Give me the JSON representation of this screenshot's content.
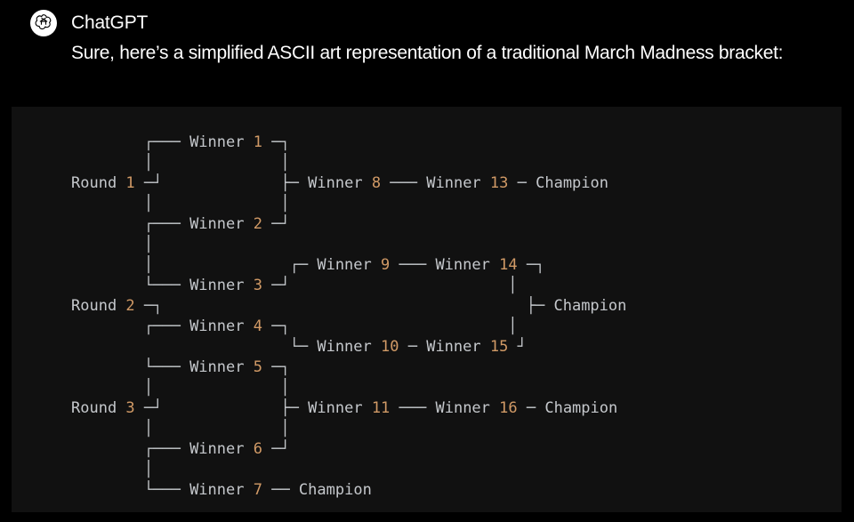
{
  "header": {
    "avatar_icon": "openai-logo-icon",
    "author": "ChatGPT"
  },
  "message": {
    "text": "Sure, here’s a simplified ASCII art representation of a traditional March Madness bracket:"
  },
  "colors": {
    "page_background": "#000000",
    "code_background": "#111111",
    "code_text": "#c5c8cc",
    "number_accent": "#d19a66"
  },
  "code_block": {
    "language": "",
    "lines": [
      [
        {
          "t": "        ┌─── ",
          "k": "box"
        },
        {
          "t": "Winner ",
          "k": "text"
        },
        {
          "t": "1",
          "k": "num"
        },
        {
          "t": " ─┐",
          "k": "box"
        }
      ],
      [
        {
          "t": "        │              │",
          "k": "box"
        }
      ],
      [
        {
          "t": "Round ",
          "k": "text"
        },
        {
          "t": "1",
          "k": "num"
        },
        {
          "t": " ─┘",
          "k": "box"
        },
        {
          "t": "             ├─ ",
          "k": "box"
        },
        {
          "t": "Winner ",
          "k": "text"
        },
        {
          "t": "8",
          "k": "num"
        },
        {
          "t": " ─── ",
          "k": "box"
        },
        {
          "t": "Winner ",
          "k": "text"
        },
        {
          "t": "13",
          "k": "num"
        },
        {
          "t": " ─ ",
          "k": "box"
        },
        {
          "t": "Champion",
          "k": "text"
        }
      ],
      [
        {
          "t": "        │              │",
          "k": "box"
        }
      ],
      [
        {
          "t": "        ┌─── ",
          "k": "box"
        },
        {
          "t": "Winner ",
          "k": "text"
        },
        {
          "t": "2",
          "k": "num"
        },
        {
          "t": " ─┘",
          "k": "box"
        }
      ],
      [
        {
          "t": "        │",
          "k": "box"
        }
      ],
      [
        {
          "t": "        │               ┌─ ",
          "k": "box"
        },
        {
          "t": "Winner ",
          "k": "text"
        },
        {
          "t": "9",
          "k": "num"
        },
        {
          "t": " ─── ",
          "k": "box"
        },
        {
          "t": "Winner ",
          "k": "text"
        },
        {
          "t": "14",
          "k": "num"
        },
        {
          "t": " ─┐",
          "k": "box"
        }
      ],
      [
        {
          "t": "        └─── ",
          "k": "box"
        },
        {
          "t": "Winner ",
          "k": "text"
        },
        {
          "t": "3",
          "k": "num"
        },
        {
          "t": " ─┘                        │",
          "k": "box"
        }
      ],
      [
        {
          "t": "Round ",
          "k": "text"
        },
        {
          "t": "2",
          "k": "num"
        },
        {
          "t": " ─┐                                        ├─ ",
          "k": "box"
        },
        {
          "t": "Champion",
          "k": "text"
        }
      ],
      [
        {
          "t": "        ┌─── ",
          "k": "box"
        },
        {
          "t": "Winner ",
          "k": "text"
        },
        {
          "t": "4",
          "k": "num"
        },
        {
          "t": " ─┐                        │",
          "k": "box"
        }
      ],
      [
        {
          "t": "                        └─ ",
          "k": "box"
        },
        {
          "t": "Winner ",
          "k": "text"
        },
        {
          "t": "10",
          "k": "num"
        },
        {
          "t": " ─ ",
          "k": "box"
        },
        {
          "t": "Winner ",
          "k": "text"
        },
        {
          "t": "15",
          "k": "num"
        },
        {
          "t": " ┘",
          "k": "box"
        }
      ],
      [
        {
          "t": "        └─── ",
          "k": "box"
        },
        {
          "t": "Winner ",
          "k": "text"
        },
        {
          "t": "5",
          "k": "num"
        },
        {
          "t": " ─┐",
          "k": "box"
        }
      ],
      [
        {
          "t": "        │              │",
          "k": "box"
        }
      ],
      [
        {
          "t": "Round ",
          "k": "text"
        },
        {
          "t": "3",
          "k": "num"
        },
        {
          "t": " ─┘",
          "k": "box"
        },
        {
          "t": "             ├─ ",
          "k": "box"
        },
        {
          "t": "Winner ",
          "k": "text"
        },
        {
          "t": "11",
          "k": "num"
        },
        {
          "t": " ─── ",
          "k": "box"
        },
        {
          "t": "Winner ",
          "k": "text"
        },
        {
          "t": "16",
          "k": "num"
        },
        {
          "t": " ─ ",
          "k": "box"
        },
        {
          "t": "Champion",
          "k": "text"
        }
      ],
      [
        {
          "t": "        │              │",
          "k": "box"
        }
      ],
      [
        {
          "t": "        ┌─── ",
          "k": "box"
        },
        {
          "t": "Winner ",
          "k": "text"
        },
        {
          "t": "6",
          "k": "num"
        },
        {
          "t": " ─┘",
          "k": "box"
        }
      ],
      [
        {
          "t": "        │",
          "k": "box"
        }
      ],
      [
        {
          "t": "        └─── ",
          "k": "box"
        },
        {
          "t": "Winner ",
          "k": "text"
        },
        {
          "t": "7",
          "k": "num"
        },
        {
          "t": " ── ",
          "k": "box"
        },
        {
          "t": "Champion",
          "k": "text"
        }
      ]
    ]
  }
}
